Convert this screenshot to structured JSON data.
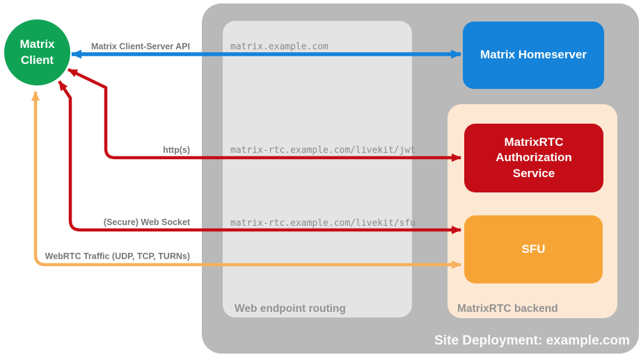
{
  "client": {
    "label": "Matrix Client",
    "color": "#10a355"
  },
  "container": {
    "caption": "Site Deployment: example.com",
    "color": "#b9b9b9"
  },
  "routing_box": {
    "caption": "Web endpoint routing",
    "color": "#e4e4e4"
  },
  "backend_box": {
    "caption": "MatrixRTC backend",
    "color": "#fce8d3"
  },
  "nodes": {
    "homeserver": {
      "label": "Matrix Homeserver",
      "color": "#1583d9"
    },
    "auth_service": {
      "label": "MatrixRTC Authorization Service",
      "color": "#c40d16"
    },
    "sfu": {
      "label": "SFU",
      "color": "#f7a437"
    }
  },
  "connections": {
    "client_server_api": {
      "label": "Matrix Client-Server API",
      "endpoint": "matrix.example.com",
      "color": "#1583d9"
    },
    "https": {
      "label": "http(s)",
      "endpoint": "matrix-rtc.example.com/livekit/jwt",
      "color": "#c60c15"
    },
    "websocket": {
      "label": "(Secure) Web Socket",
      "endpoint": "matrix-rtc.example.com/livekit/sfu",
      "color": "#c60c15"
    },
    "webrtc": {
      "label": "WebRTC Traffic (UDP, TCP, TURNs)",
      "color": "#f8b05c"
    }
  }
}
